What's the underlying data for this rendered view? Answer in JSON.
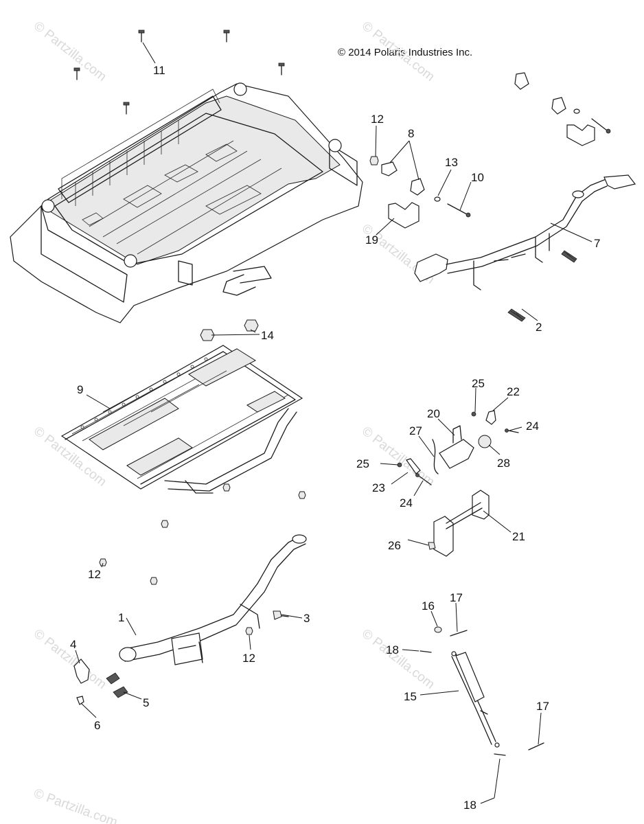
{
  "copyright": "© 2014 Polaris Industries Inc.",
  "watermarks": [
    "© Partzilla.com",
    "© Partzilla.com",
    "© Partzilla.com",
    "© Partzilla.com",
    "© Partzilla.com",
    "© Partzilla.com",
    "© Partzilla.com",
    "© Partzilla.com",
    "© Partzilla.com"
  ],
  "callouts": [
    "11",
    "12",
    "8",
    "13",
    "10",
    "19",
    "7",
    "2",
    "14",
    "9",
    "25",
    "22",
    "20",
    "27",
    "24",
    "28",
    "25",
    "23",
    "24",
    "21",
    "26",
    "12",
    "1",
    "3",
    "12",
    "4",
    "5",
    "6",
    "16",
    "17",
    "18",
    "15",
    "17",
    "18"
  ],
  "colors": {
    "line": "#1a1a1a",
    "watermark": "#d9d9d9",
    "background": "#ffffff"
  }
}
